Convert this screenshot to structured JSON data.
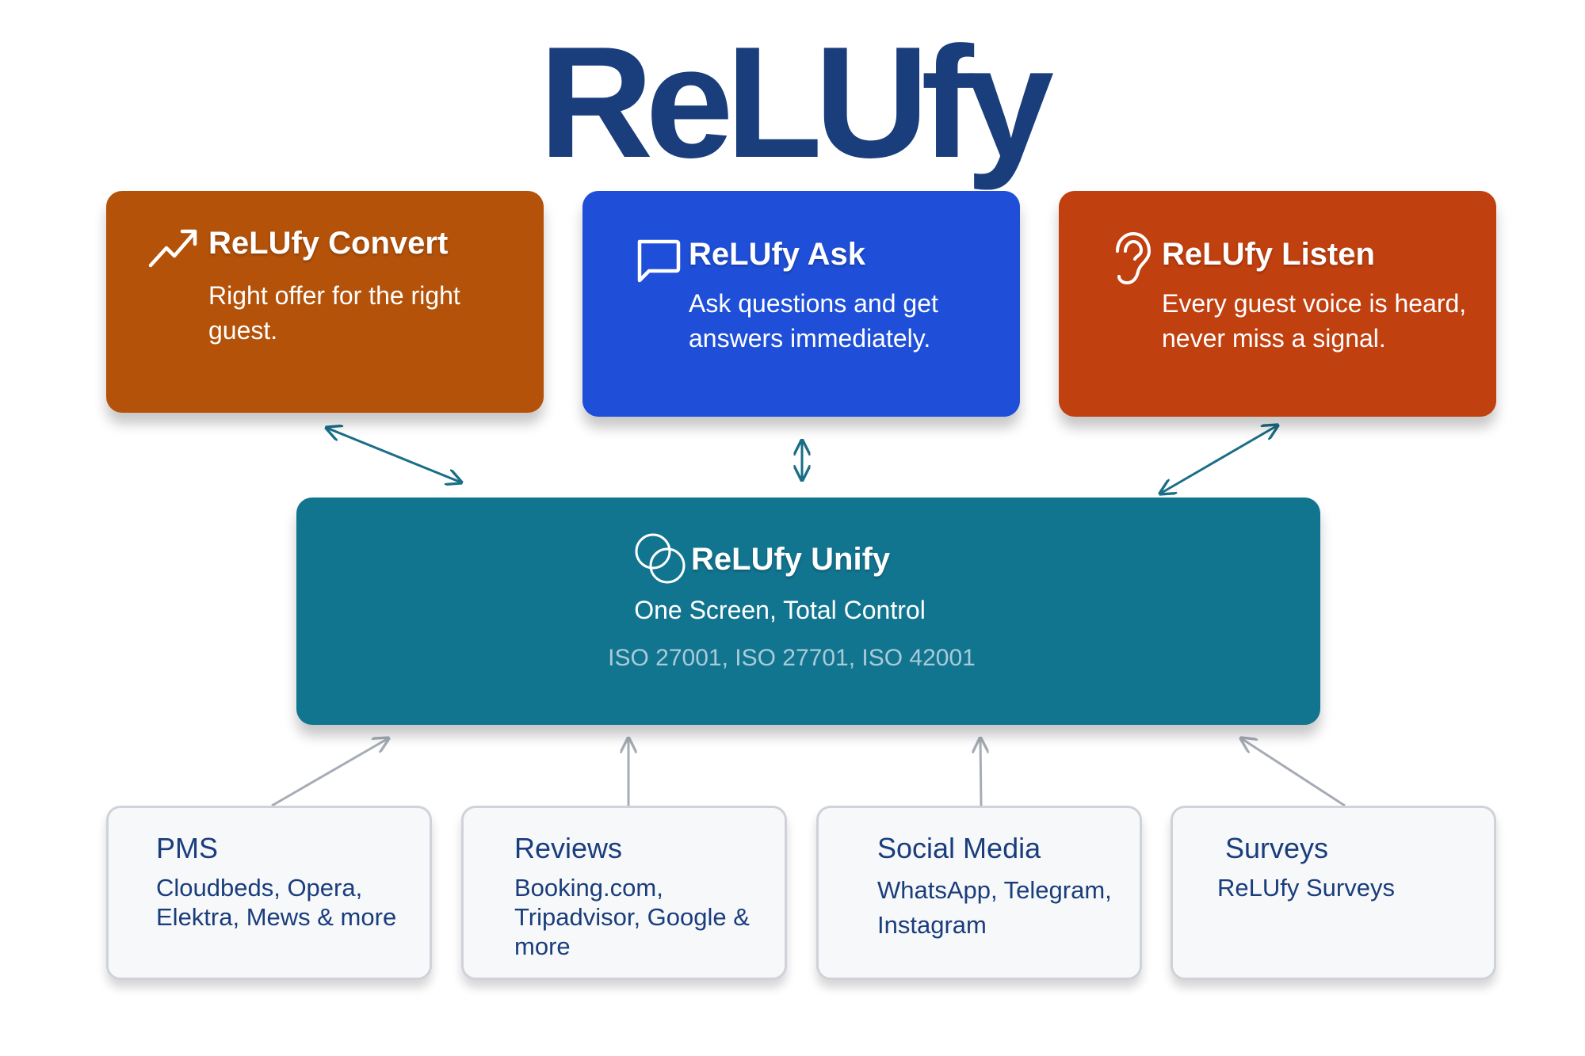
{
  "logo": {
    "text": "ReLUfy"
  },
  "colors": {
    "logo": "#1a3d7c",
    "convert": "#b4520a",
    "ask": "#1f4fd8",
    "listen": "#c1400f",
    "unify": "#127590",
    "unify_arrow": "#1a6e86",
    "source_arrow": "#a6acb5",
    "source_text": "#1a3d7c",
    "certs_text": "#a9cbd8"
  },
  "products": {
    "convert": {
      "icon": "trending-up-icon",
      "title": "ReLUfy Convert",
      "desc": "Right offer for the right guest."
    },
    "ask": {
      "icon": "chat-bubble-icon",
      "title": "ReLUfy Ask",
      "desc": "Ask questions and get answers immediately."
    },
    "listen": {
      "icon": "ear-icon",
      "title": "ReLUfy Listen",
      "desc": "Every guest voice is heard, never miss a signal."
    }
  },
  "unify": {
    "icon": "overlapping-circles-icon",
    "title": "ReLUfy Unify",
    "subtitle": "One Screen, Total Control",
    "certs": "ISO 27001, ISO 27701, ISO 42001"
  },
  "sources": [
    {
      "title": "PMS",
      "desc": "Cloudbeds, Opera, Elektra, Mews & more"
    },
    {
      "title": "Reviews",
      "desc": "Booking.com, Tripadvisor, Google & more"
    },
    {
      "title": "Social Media",
      "desc": "WhatsApp, Telegram, Instagram"
    },
    {
      "title": "Surveys",
      "desc": "ReLUfy Surveys"
    }
  ]
}
